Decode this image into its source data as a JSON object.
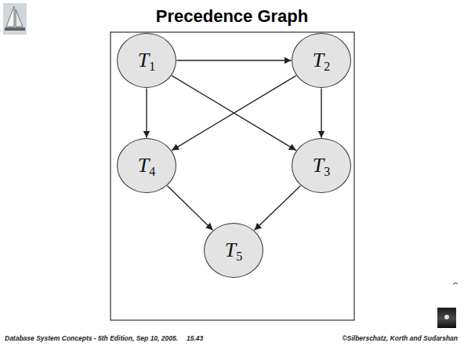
{
  "diagram": {
    "title": "Precedence Graph",
    "nodes": [
      {
        "text": [
          "T1"
        ]
      },
      {
        "text": [
          "T2"
        ]
      },
      {
        "text": [
          "T4"
        ]
      },
      {
        "text": [
          "T3"
        ]
      },
      {
        "text": [
          "T5"
        ]
      }
    ],
    "edges": [
      {
        "from": 0,
        "to": 1,
        "arrow": "to"
      },
      {
        "from": 0,
        "to": 2,
        "arrow": "to"
      },
      {
        "from": 0,
        "to": 3,
        "arrow": "to"
      },
      {
        "from": 1,
        "to": 2,
        "arrow": "to"
      },
      {
        "from": 1,
        "to": 3,
        "arrow": "to"
      },
      {
        "from": 2,
        "to": 4,
        "arrow": "to"
      },
      {
        "from": 3,
        "to": 4,
        "arrow": "to"
      }
    ],
    "labels": [
      "Database System Concepts - 5th Edition, Sep 10, 2005.",
      "15.43",
      "©Silberschatz, Korth and Sudarshan"
    ]
  }
}
